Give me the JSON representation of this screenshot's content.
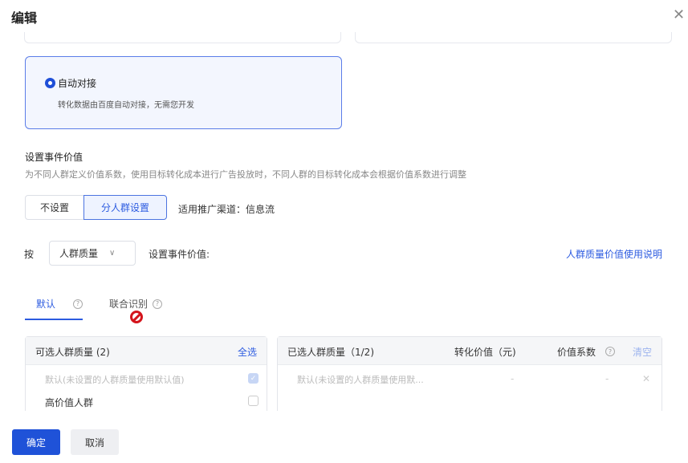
{
  "dialog": {
    "title": "编辑",
    "close_icon": "close-icon"
  },
  "option": {
    "label": "自动对接",
    "desc": "转化数据由百度自动对接，无需您开发",
    "selected": true
  },
  "event_value": {
    "title": "设置事件价值",
    "desc": "为不同人群定义价值系数，使用目标转化成本进行广告投放时，不同人群的目标转化成本会根据价值系数进行调整",
    "modes": [
      "不设置",
      "分人群设置"
    ],
    "active_mode": "分人群设置",
    "channel": "适用推广渠道：信息流"
  },
  "by": {
    "label": "按",
    "select_value": "人群质量",
    "set_label": "设置事件价值:",
    "help_link": "人群质量价值使用说明"
  },
  "tabs": [
    {
      "label": "默认",
      "active": true
    },
    {
      "label": "联合识别",
      "active": false
    }
  ],
  "left_panel": {
    "title": "可选人群质量 (2)",
    "select_all": "全选",
    "rows": [
      {
        "label": "默认(未设置的人群质量使用默认值)",
        "checked": true,
        "disabled": true
      },
      {
        "label": "高价值人群",
        "checked": false,
        "disabled": false
      }
    ]
  },
  "right_panel": {
    "title": "已选人群质量（1/2)",
    "col_value": "转化价值（元)",
    "col_coef": "价值系数",
    "clear": "清空",
    "rows": [
      {
        "label": "默认(未设置的人群质量使用默...",
        "value": "-",
        "coef": "-"
      }
    ]
  },
  "footer": {
    "ok": "确定",
    "cancel": "取消"
  },
  "colors": {
    "primary": "#1f52d8",
    "link": "#2c5be0"
  }
}
